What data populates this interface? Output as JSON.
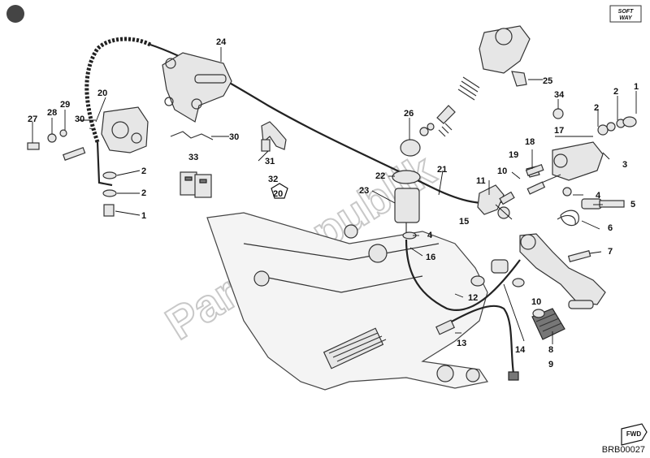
{
  "watermark": "PartsRepublik",
  "brand_logo": "SOFT WAY",
  "reference_code": "BRB00027",
  "fwd_label": "FWD",
  "callouts": [
    {
      "id": "c1a",
      "label": "1"
    },
    {
      "id": "c1b",
      "label": "1"
    },
    {
      "id": "c2a",
      "label": "2"
    },
    {
      "id": "c2b",
      "label": "2"
    },
    {
      "id": "c2c",
      "label": "2"
    },
    {
      "id": "c2d",
      "label": "2"
    },
    {
      "id": "c3",
      "label": "3"
    },
    {
      "id": "c4a",
      "label": "4"
    },
    {
      "id": "c4b",
      "label": "4"
    },
    {
      "id": "c5",
      "label": "5"
    },
    {
      "id": "c6",
      "label": "6"
    },
    {
      "id": "c7",
      "label": "7"
    },
    {
      "id": "c8",
      "label": "8"
    },
    {
      "id": "c9",
      "label": "9"
    },
    {
      "id": "c10a",
      "label": "10"
    },
    {
      "id": "c10b",
      "label": "10"
    },
    {
      "id": "c11",
      "label": "11"
    },
    {
      "id": "c12",
      "label": "12"
    },
    {
      "id": "c13",
      "label": "13"
    },
    {
      "id": "c14",
      "label": "14"
    },
    {
      "id": "c15",
      "label": "15"
    },
    {
      "id": "c16",
      "label": "16"
    },
    {
      "id": "c17",
      "label": "17"
    },
    {
      "id": "c18",
      "label": "18"
    },
    {
      "id": "c19",
      "label": "19"
    },
    {
      "id": "c20",
      "label": "20"
    },
    {
      "id": "c20b",
      "label": "20"
    },
    {
      "id": "c21",
      "label": "21"
    },
    {
      "id": "c22",
      "label": "22"
    },
    {
      "id": "c23",
      "label": "23"
    },
    {
      "id": "c24",
      "label": "24"
    },
    {
      "id": "c25",
      "label": "25"
    },
    {
      "id": "c26",
      "label": "26"
    },
    {
      "id": "c27",
      "label": "27"
    },
    {
      "id": "c28",
      "label": "28"
    },
    {
      "id": "c29",
      "label": "29"
    },
    {
      "id": "c30a",
      "label": "30"
    },
    {
      "id": "c30b",
      "label": "30"
    },
    {
      "id": "c31",
      "label": "31"
    },
    {
      "id": "c32",
      "label": "32"
    },
    {
      "id": "c33",
      "label": "33"
    },
    {
      "id": "c34",
      "label": "34"
    }
  ]
}
